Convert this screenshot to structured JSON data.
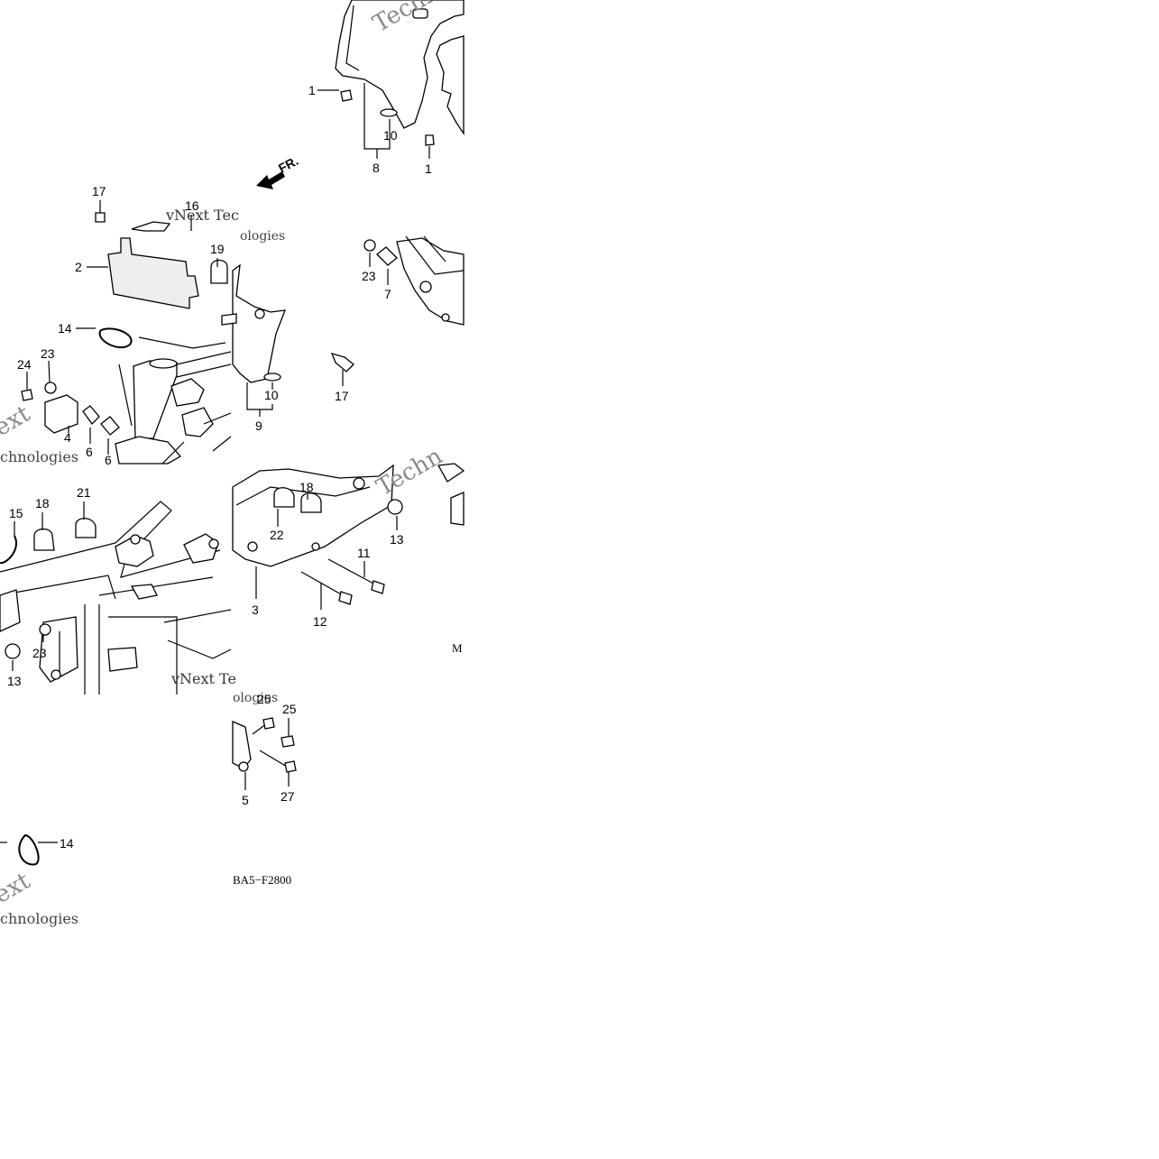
{
  "diagram": {
    "callouts": [
      "1",
      "1",
      "8",
      "10",
      "17",
      "16",
      "2",
      "19",
      "14",
      "23",
      "24",
      "4",
      "6",
      "6",
      "23",
      "7",
      "17",
      "10",
      "9",
      "21",
      "18",
      "15",
      "23",
      "13",
      "18",
      "22",
      "13",
      "11",
      "12",
      "3",
      "25",
      "25",
      "5",
      "27",
      "14"
    ],
    "direction_label": "FR.",
    "diagram_code": "BA5−F2800",
    "partial_label": "M",
    "watermarks": [
      "Techno",
      "vNext Tec",
      "ologies",
      "ext",
      "chnologies",
      "Techn",
      "vNext Te",
      "ologies",
      "ext",
      "chnologies"
    ]
  }
}
